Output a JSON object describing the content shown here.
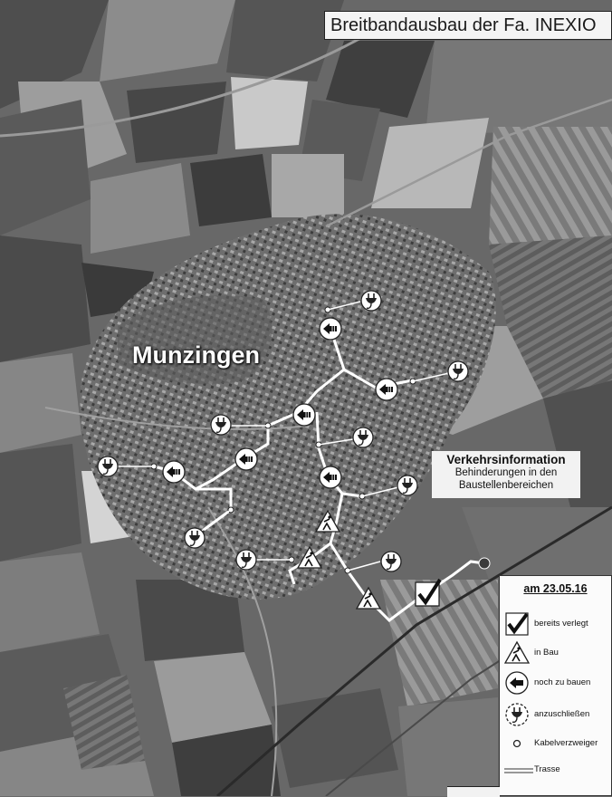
{
  "map": {
    "title": "Breitbandausbau der Fa. INEXIO",
    "town_label": "Munzingen"
  },
  "traffic_info": {
    "title": "Verkehrsinformation",
    "line1": "Behinderungen in den",
    "line2": "Baustellenbereichen"
  },
  "legend": {
    "date": "am 23.05.16",
    "items": [
      {
        "icon": "checkmark-icon",
        "label": "bereits verlegt"
      },
      {
        "icon": "construction-sign-icon",
        "label": "in Bau"
      },
      {
        "icon": "arrow-left-icon",
        "label": "noch zu bauen"
      },
      {
        "icon": "plug-icon",
        "label": "anzuschließen"
      },
      {
        "icon": "circle-icon",
        "label": "Kabelverzweiger"
      },
      {
        "icon": "double-line-icon",
        "label": "Trasse"
      }
    ]
  },
  "colors": {
    "route": "#ffffff",
    "field_dark": "#4a4a4a",
    "field_light": "#d8d8d8"
  }
}
